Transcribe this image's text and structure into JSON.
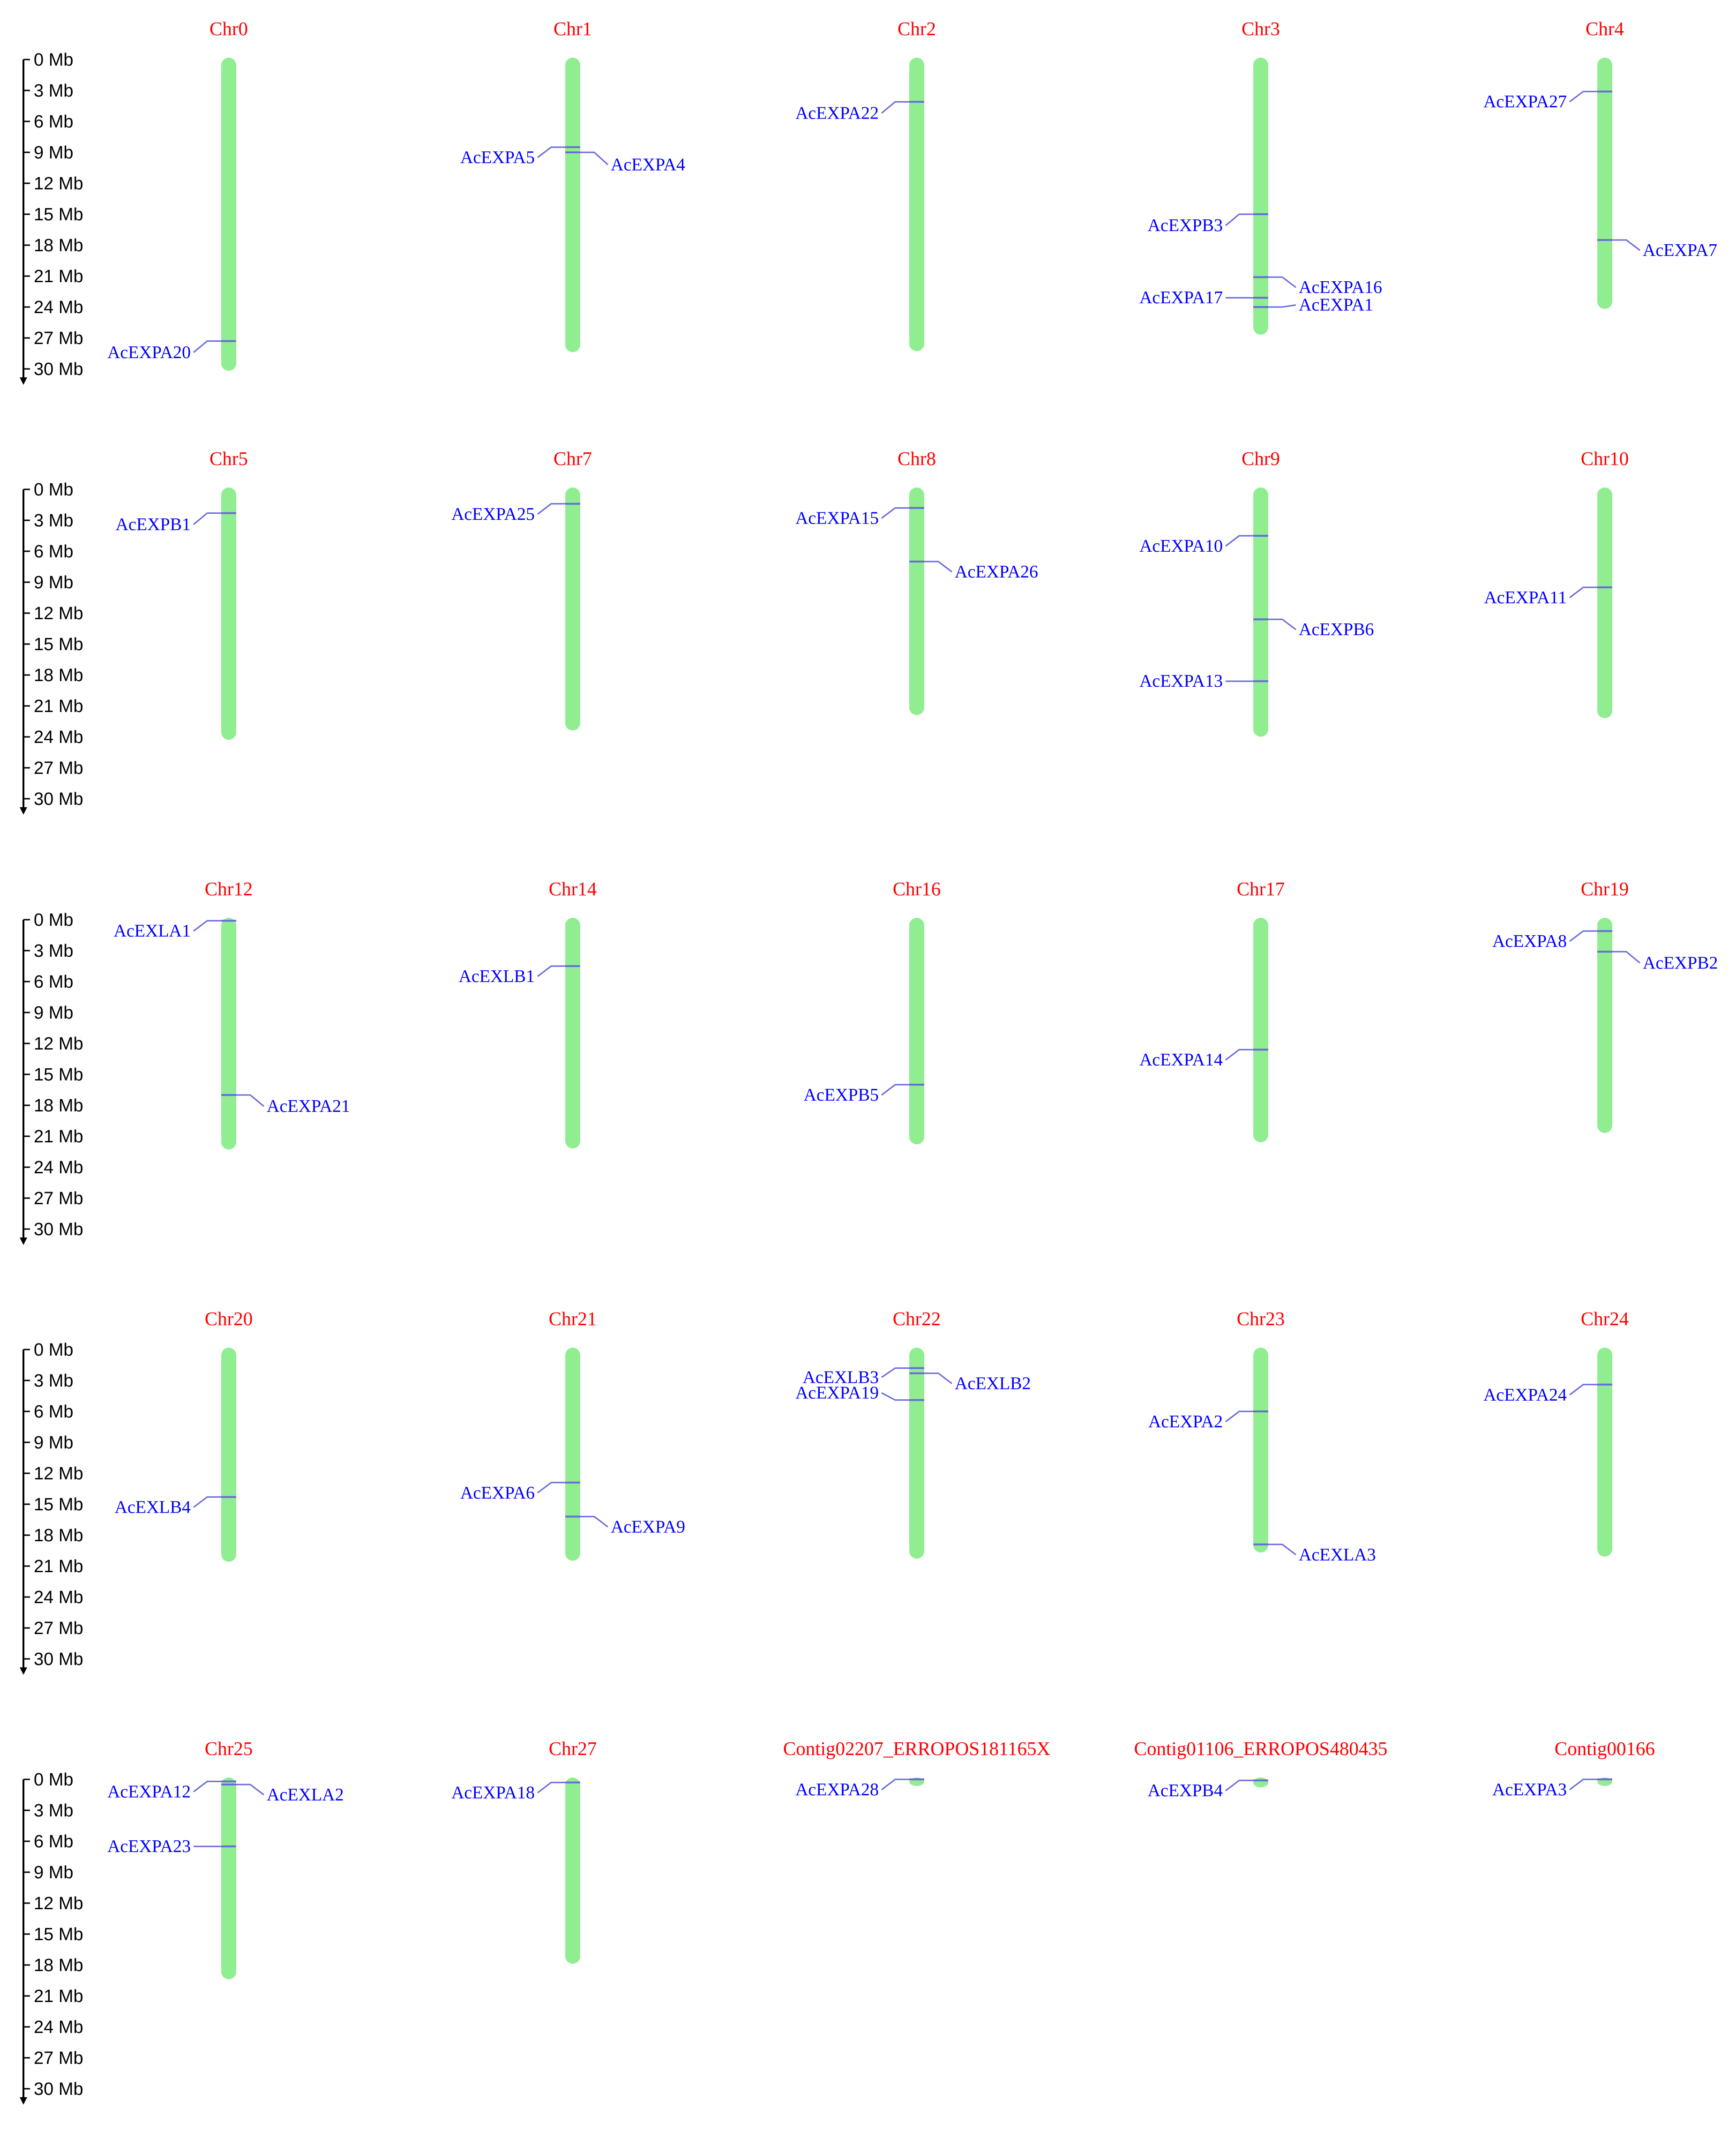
{
  "colors": {
    "chromosome": "#90ee90",
    "title": "#ff0000",
    "gene_label": "#0000ff",
    "gene_line": "#6a6adc",
    "scale": "#000000"
  },
  "scale": {
    "unit": "Mb",
    "ticks": [
      "0 Mb",
      "3 Mb",
      "6 Mb",
      "9 Mb",
      "12 Mb",
      "15 Mb",
      "18 Mb",
      "21 Mb",
      "24 Mb",
      "27 Mb",
      "30 Mb"
    ],
    "tick_values": [
      0,
      3,
      6,
      9,
      12,
      15,
      18,
      21,
      24,
      27,
      30
    ]
  },
  "chart_data": {
    "type": "chromosome-map",
    "rows": [
      [
        {
          "name": "Chr0",
          "length": 30.0,
          "genes": [
            {
              "name": "AcEXPA20",
              "pos": 27.3,
              "side": "left",
              "label_pos": 28.4
            }
          ]
        },
        {
          "name": "Chr1",
          "length": 28.2,
          "genes": [
            {
              "name": "AcEXPA5",
              "pos": 8.5,
              "side": "left",
              "label_pos": 9.5
            },
            {
              "name": "AcEXPA4",
              "pos": 9.0,
              "side": "right",
              "label_pos": 10.2
            }
          ]
        },
        {
          "name": "Chr2",
          "length": 28.1,
          "genes": [
            {
              "name": "AcEXPA22",
              "pos": 4.1,
              "side": "left",
              "label_pos": 5.2
            }
          ]
        },
        {
          "name": "Chr3",
          "length": 26.5,
          "genes": [
            {
              "name": "AcEXPB3",
              "pos": 15.0,
              "side": "left",
              "label_pos": 16.1
            },
            {
              "name": "AcEXPA16",
              "pos": 21.1,
              "side": "right",
              "label_pos": 22.1
            },
            {
              "name": "AcEXPA17",
              "pos": 23.1,
              "side": "left",
              "label_pos": 23.1
            },
            {
              "name": "AcEXPA1",
              "pos": 24.0,
              "side": "right",
              "label_pos": 23.8
            }
          ]
        },
        {
          "name": "Chr4",
          "length": 24.0,
          "genes": [
            {
              "name": "AcEXPA27",
              "pos": 3.1,
              "side": "left",
              "label_pos": 4.1
            },
            {
              "name": "AcEXPA7",
              "pos": 17.5,
              "side": "right",
              "label_pos": 18.5
            }
          ]
        }
      ],
      [
        {
          "name": "Chr5",
          "length": 24.1,
          "genes": [
            {
              "name": "AcEXPB1",
              "pos": 2.3,
              "side": "left",
              "label_pos": 3.4
            }
          ]
        },
        {
          "name": "Chr7",
          "length": 23.2,
          "genes": [
            {
              "name": "AcEXPA25",
              "pos": 1.4,
              "side": "left",
              "label_pos": 2.4
            }
          ]
        },
        {
          "name": "Chr8",
          "length": 21.7,
          "genes": [
            {
              "name": "AcEXPA15",
              "pos": 1.8,
              "side": "left",
              "label_pos": 2.8
            },
            {
              "name": "AcEXPA26",
              "pos": 7.0,
              "side": "right",
              "label_pos": 8.0
            }
          ]
        },
        {
          "name": "Chr9",
          "length": 23.8,
          "genes": [
            {
              "name": "AcEXPA10",
              "pos": 4.5,
              "side": "left",
              "label_pos": 5.5
            },
            {
              "name": "AcEXPB6",
              "pos": 12.6,
              "side": "right",
              "label_pos": 13.6
            },
            {
              "name": "AcEXPA13",
              "pos": 18.6,
              "side": "left",
              "label_pos": 18.6
            }
          ]
        },
        {
          "name": "Chr10",
          "length": 22.0,
          "genes": [
            {
              "name": "AcEXPA11",
              "pos": 9.5,
              "side": "left",
              "label_pos": 10.5
            }
          ]
        }
      ],
      [
        {
          "name": "Chr12",
          "length": 22.1,
          "genes": [
            {
              "name": "AcEXLA1",
              "pos": 0.1,
              "side": "left",
              "label_pos": 1.1
            },
            {
              "name": "AcEXPA21",
              "pos": 17.0,
              "side": "right",
              "label_pos": 18.1
            }
          ]
        },
        {
          "name": "Chr14",
          "length": 22.0,
          "genes": [
            {
              "name": "AcEXLB1",
              "pos": 4.5,
              "side": "left",
              "label_pos": 5.5
            }
          ]
        },
        {
          "name": "Chr16",
          "length": 21.6,
          "genes": [
            {
              "name": "AcEXPB5",
              "pos": 16.0,
              "side": "left",
              "label_pos": 17.0
            }
          ]
        },
        {
          "name": "Chr17",
          "length": 21.4,
          "genes": [
            {
              "name": "AcEXPA14",
              "pos": 12.6,
              "side": "left",
              "label_pos": 13.6
            }
          ]
        },
        {
          "name": "Chr19",
          "length": 20.5,
          "genes": [
            {
              "name": "AcEXPA8",
              "pos": 1.1,
              "side": "left",
              "label_pos": 2.1
            },
            {
              "name": "AcEXPB2",
              "pos": 3.1,
              "side": "right",
              "label_pos": 4.2
            }
          ]
        }
      ],
      [
        {
          "name": "Chr20",
          "length": 20.4,
          "genes": [
            {
              "name": "AcEXLB4",
              "pos": 14.3,
              "side": "left",
              "label_pos": 15.3
            }
          ]
        },
        {
          "name": "Chr21",
          "length": 20.3,
          "genes": [
            {
              "name": "AcEXPA6",
              "pos": 12.9,
              "side": "left",
              "label_pos": 13.9
            },
            {
              "name": "AcEXPA9",
              "pos": 16.2,
              "side": "right",
              "label_pos": 17.2
            }
          ]
        },
        {
          "name": "Chr22",
          "length": 20.1,
          "genes": [
            {
              "name": "AcEXLB3",
              "pos": 1.8,
              "side": "left",
              "label_pos": 2.7
            },
            {
              "name": "AcEXLB2",
              "pos": 2.3,
              "side": "right",
              "label_pos": 3.3
            },
            {
              "name": "AcEXPA19",
              "pos": 4.9,
              "side": "left",
              "label_pos": 4.2
            }
          ]
        },
        {
          "name": "Chr23",
          "length": 19.5,
          "genes": [
            {
              "name": "AcEXPA2",
              "pos": 6.0,
              "side": "left",
              "label_pos": 7.0
            },
            {
              "name": "AcEXLA3",
              "pos": 18.9,
              "side": "right",
              "label_pos": 19.9
            }
          ]
        },
        {
          "name": "Chr24",
          "length": 19.9,
          "genes": [
            {
              "name": "AcEXPA24",
              "pos": 3.4,
              "side": "left",
              "label_pos": 4.4
            }
          ]
        }
      ],
      [
        {
          "name": "Chr25",
          "length": 19.2,
          "genes": [
            {
              "name": "AcEXPA12",
              "pos": 0.2,
              "side": "left",
              "label_pos": 1.2
            },
            {
              "name": "AcEXLA2",
              "pos": 0.5,
              "side": "right",
              "label_pos": 1.5
            },
            {
              "name": "AcEXPA23",
              "pos": 6.5,
              "side": "left",
              "label_pos": 6.5
            }
          ]
        },
        {
          "name": "Chr27",
          "length": 17.7,
          "genes": [
            {
              "name": "AcEXPA18",
              "pos": 0.3,
              "side": "left",
              "label_pos": 1.3
            }
          ]
        },
        {
          "name": "Contig02207_ERROPOS181165X",
          "length": 0.3,
          "genes": [
            {
              "name": "AcEXPA28",
              "pos": 0.0,
              "side": "left",
              "label_pos": 1.0
            }
          ]
        },
        {
          "name": "Contig01106_ERROPOS480435",
          "length": 0.6,
          "genes": [
            {
              "name": "AcEXPB4",
              "pos": 0.1,
              "side": "left",
              "label_pos": 1.1
            }
          ]
        },
        {
          "name": "Contig00166",
          "length": 0.2,
          "genes": [
            {
              "name": "AcEXPA3",
              "pos": 0.0,
              "side": "left",
              "label_pos": 1.0
            }
          ]
        }
      ]
    ]
  }
}
